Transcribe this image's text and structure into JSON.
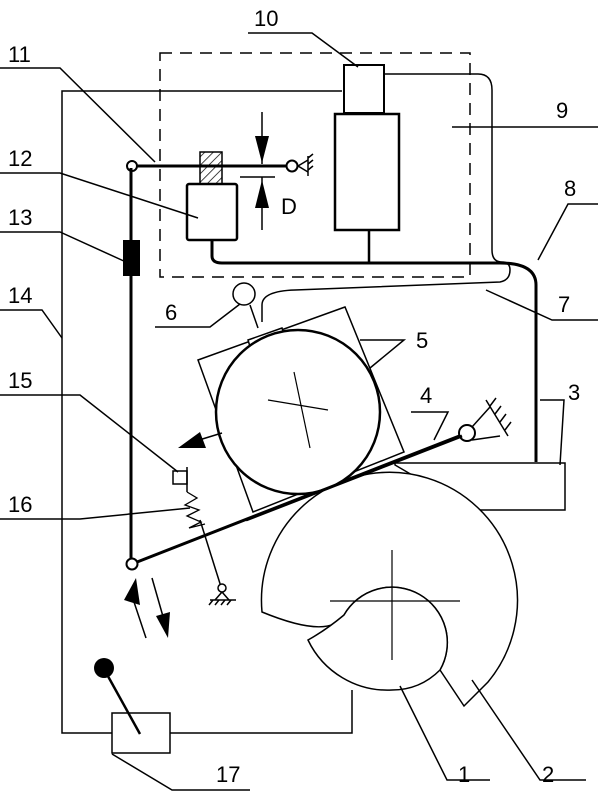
{
  "diagram": {
    "labels": {
      "n1": "1",
      "n2": "2",
      "n3": "3",
      "n4": "4",
      "n5": "5",
      "n6": "6",
      "n7": "7",
      "n8": "8",
      "n9": "9",
      "n10": "10",
      "n11": "11",
      "n12": "12",
      "n13": "13",
      "n14": "14",
      "n15": "15",
      "n16": "16",
      "n17": "17",
      "gap": "D"
    },
    "colors": {
      "ink": "#000000",
      "paper": "#ffffff"
    }
  }
}
